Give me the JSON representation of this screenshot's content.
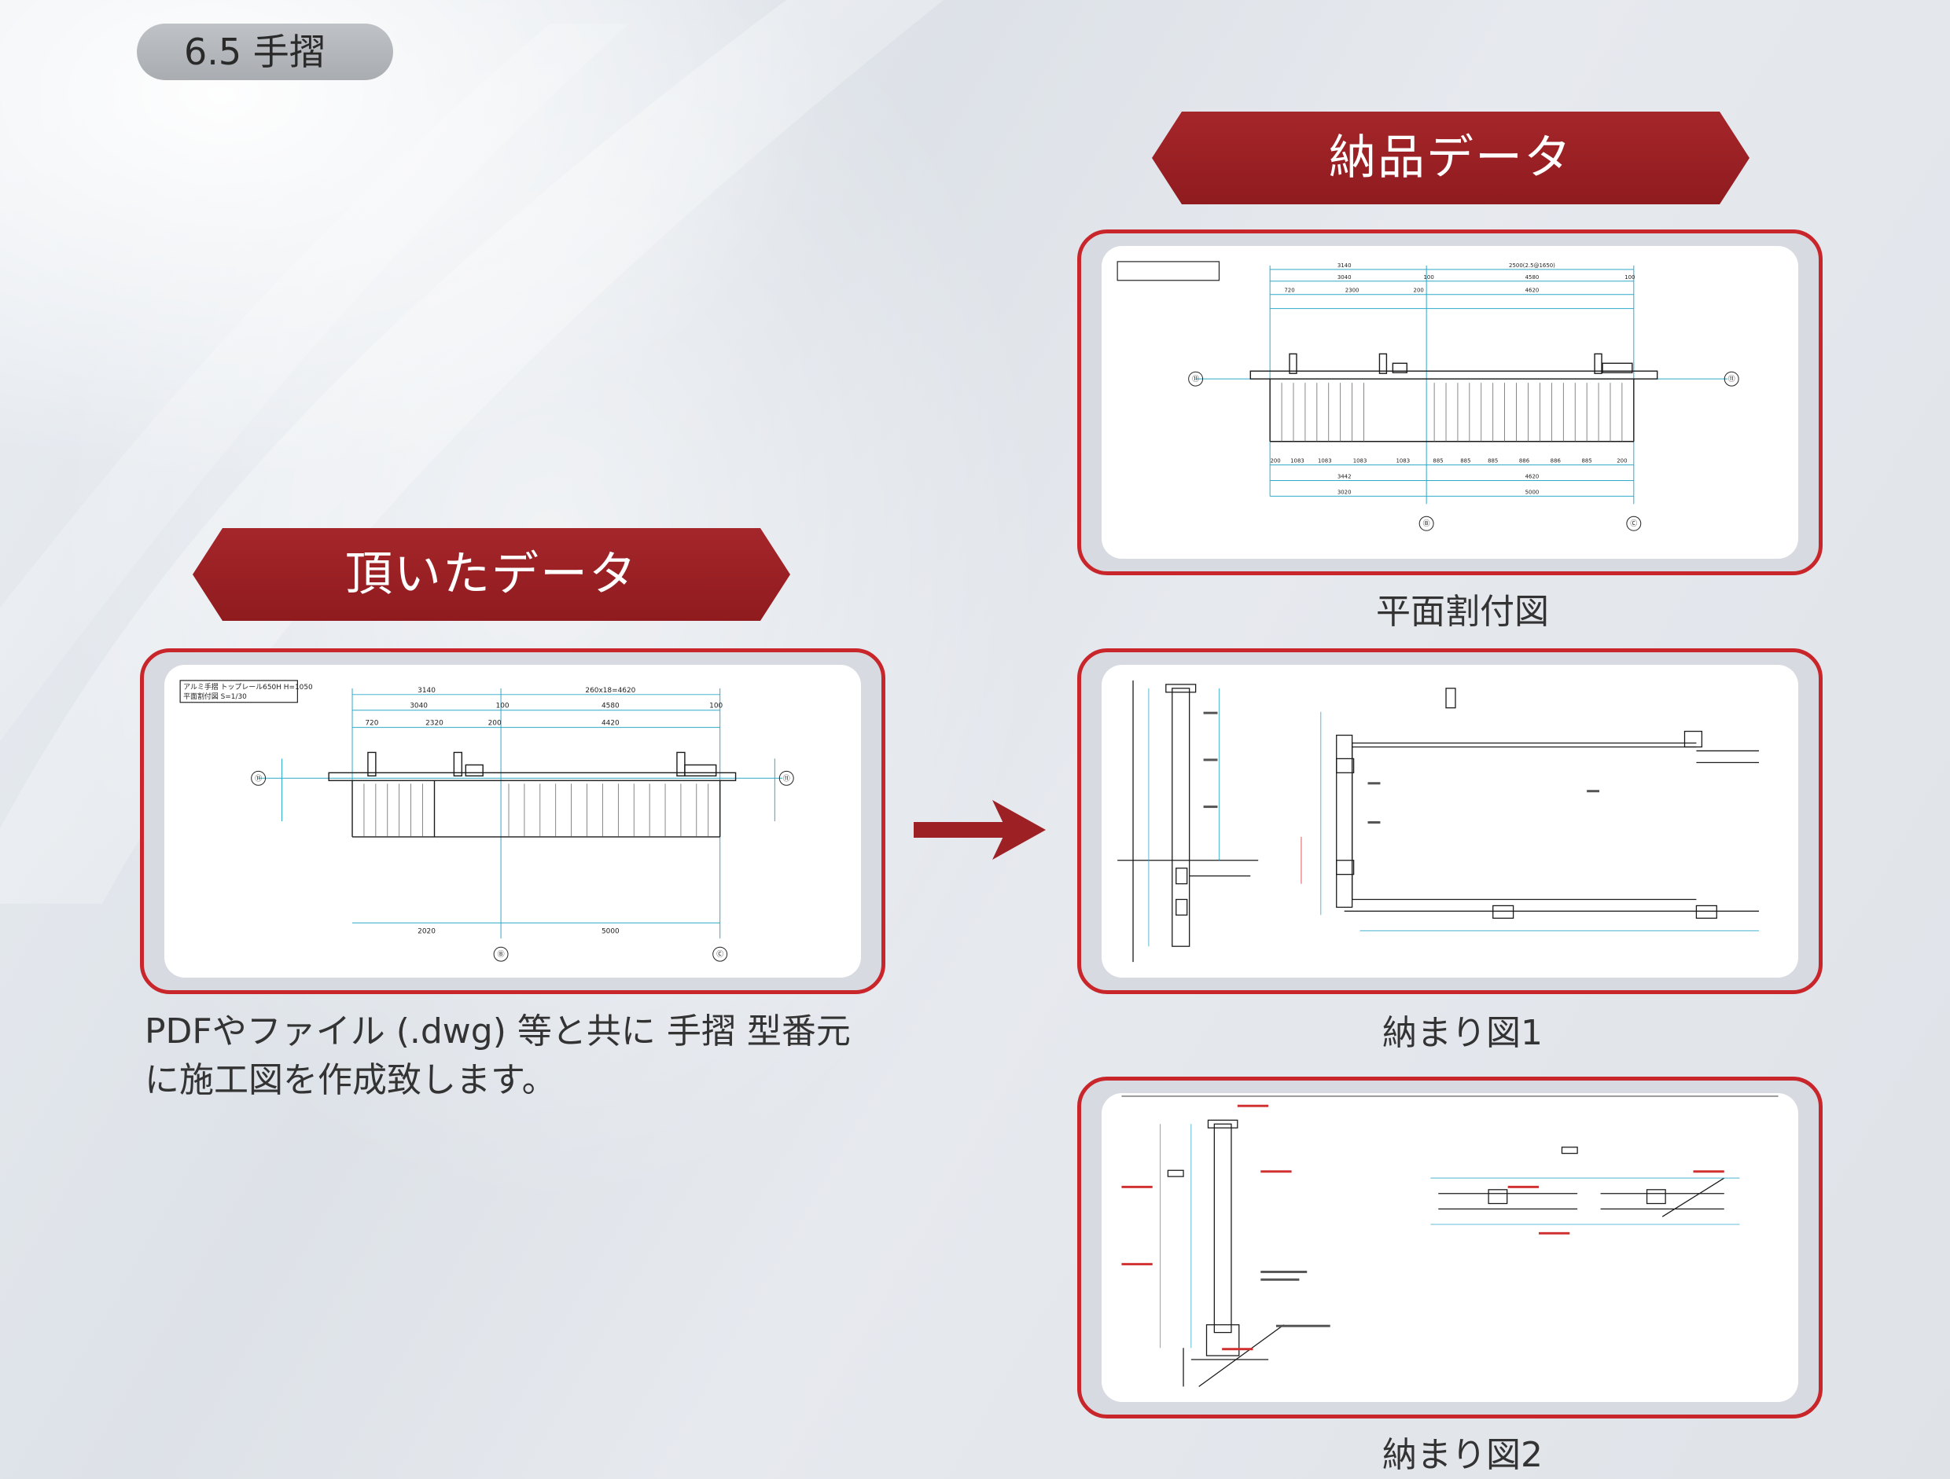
{
  "section": {
    "label": "6.5 手摺"
  },
  "received": {
    "banner": "頂いたデータ",
    "description": "PDFやファイル (.dwg) 等と共に 手摺 型番元に施工図を作成致します。",
    "drawing": {
      "title_line1": "アルミ手摺 トップレール650H H=1050",
      "title_line2": "平面割付図 S=1/30",
      "dims": [
        "3140",
        "260x18=4620",
        "3040",
        "100",
        "4580",
        "100",
        "720",
        "2320",
        "200",
        "4420",
        "2020",
        "5000"
      ],
      "markers": [
        "⑪",
        "⑪",
        "Ⓑ",
        "Ⓒ"
      ]
    }
  },
  "delivered": {
    "banner": "納品データ",
    "items": [
      {
        "caption": "平面割付図"
      },
      {
        "caption": "納まり図1"
      },
      {
        "caption": "納まり図2"
      }
    ],
    "plan_dims_top": [
      "3140",
      "2500(2.5@1650)",
      "3040",
      "100",
      "4580",
      "100",
      "720",
      "2300",
      "200",
      "4620"
    ],
    "plan_dims_bottom": [
      "200",
      "1083",
      "1083",
      "1083",
      "1083",
      "885",
      "885",
      "885",
      "886",
      "886",
      "885",
      "200",
      "3442",
      "4620",
      "3020",
      "5000"
    ],
    "plan_markers": [
      "⑪",
      "⑪",
      "Ⓑ",
      "Ⓒ"
    ]
  },
  "colors": {
    "accent_red": "#9c2024",
    "frame_red": "#c8262b",
    "cad_line": "#1a1a1a",
    "cad_dim": "#2fa9c9"
  }
}
